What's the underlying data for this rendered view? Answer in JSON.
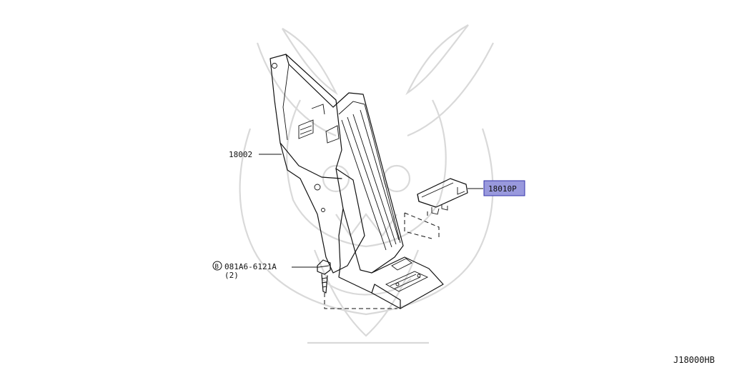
{
  "diagram": {
    "part_labels": {
      "bracket": "18002",
      "sensor": "18010P",
      "bolt": "081A6-6121A",
      "bolt_qty": "(2)",
      "bolt_symbol": "B"
    },
    "diagram_code": "J18000HB",
    "colors": {
      "line": "#111111",
      "highlight_fill": "#9999dd",
      "highlight_border": "#3333aa",
      "watermark": "#d9d9d9"
    }
  }
}
